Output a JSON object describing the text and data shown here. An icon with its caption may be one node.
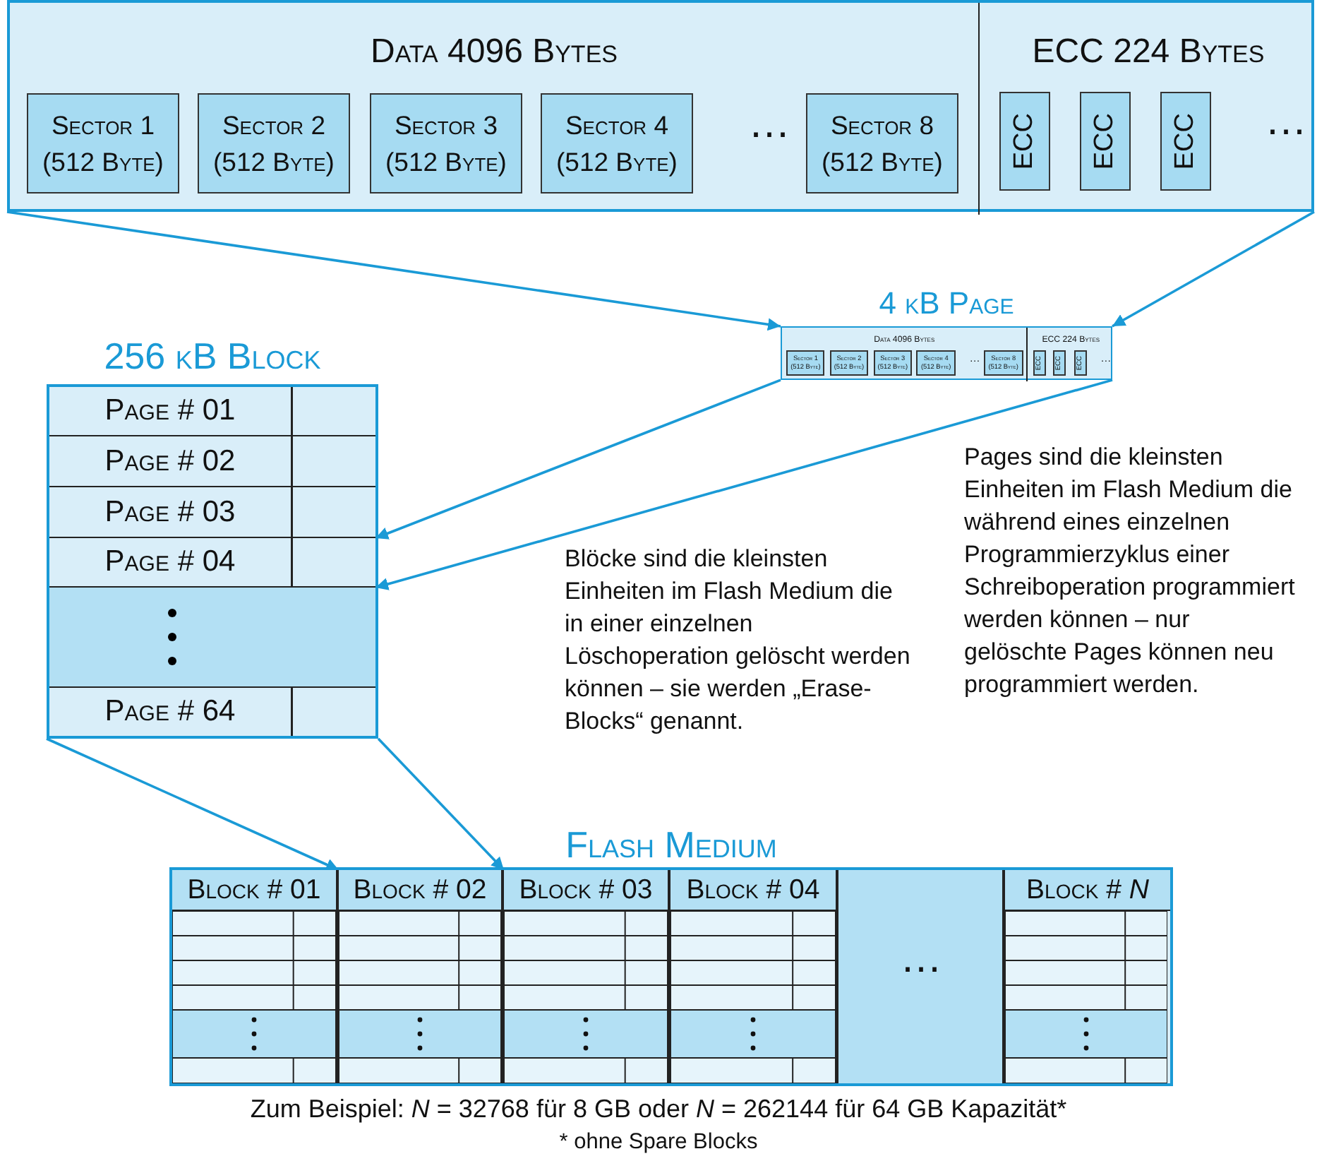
{
  "diagram": {
    "nodes": [
      {
        "text": [],
        "shape": "box"
      },
      {
        "text": [
          "Data 4096 Bytes"
        ],
        "in": 0
      },
      {
        "text": [
          "Sector 1 (512 Byte)"
        ],
        "in": 1
      },
      {
        "text": [
          "Sector 2 (512 Byte)"
        ],
        "in": 1
      },
      {
        "text": [
          "Sector 3 (512 Byte)"
        ],
        "in": 1
      },
      {
        "text": [
          "Sector 4 (512 Byte)"
        ],
        "in": 1
      },
      {
        "text": [
          "Sector 8 (512 Byte)"
        ],
        "in": 1
      },
      {
        "text": [
          "ECC 224 Bytes"
        ],
        "in": 0
      },
      {
        "text": [
          "ECC"
        ],
        "in": 7
      },
      {
        "text": [
          "ECC"
        ],
        "in": 7
      },
      {
        "text": [
          "ECC"
        ],
        "in": 7
      },
      {
        "text": [
          "4 kB Page"
        ]
      },
      {
        "text": [
          "Data 4096 Bytes"
        ],
        "in": 11
      },
      {
        "text": [
          "Sector 1 (512 Byte)"
        ],
        "in": 12
      },
      {
        "text": [
          "Sector 2 (512 Byte)"
        ],
        "in": 12
      },
      {
        "text": [
          "Sector 3 (512 Byte)"
        ],
        "in": 12
      },
      {
        "text": [
          "Sector 4 (512 Byte)"
        ],
        "in": 12
      },
      {
        "text": [
          "Sector 8 (512 Byte)"
        ],
        "in": 12
      },
      {
        "text": [
          "ECC 224 Bytes"
        ],
        "in": 11
      },
      {
        "text": [
          "ECC"
        ],
        "in": 18
      },
      {
        "text": [
          "ECC"
        ],
        "in": 18
      },
      {
        "text": [
          "ECC"
        ],
        "in": 18
      },
      {
        "text": [
          "256 kB Block"
        ]
      },
      {
        "text": [
          "Page # 01"
        ],
        "in": 22
      },
      {
        "text": [
          "Page # 02"
        ],
        "in": 22
      },
      {
        "text": [
          "Page # 03"
        ],
        "in": 22
      },
      {
        "text": [
          "Page # 04"
        ],
        "in": 22
      },
      {
        "text": [],
        "shape": "box",
        "in": 22
      },
      {
        "text": [
          "Page # 64"
        ],
        "in": 22
      },
      {
        "text": [
          "Flash Medium"
        ]
      },
      {
        "text": [
          "Block # 01"
        ],
        "in": 29
      },
      {
        "text": [
          "Block # 02"
        ],
        "in": 29
      },
      {
        "text": [
          "Block # 03"
        ],
        "in": 29
      },
      {
        "text": [
          "Block # 04"
        ],
        "in": 29
      },
      {
        "text": [],
        "shape": "box",
        "in": 29
      },
      {
        "text": [
          "Block # *N*"
        ],
        "in": 29
      }
    ],
    "edges": [
      {
        "from": 0,
        "to": 11,
        "arrow": "to"
      },
      {
        "from": 0,
        "to": 11,
        "arrow": "to"
      },
      {
        "from": 11,
        "to": 26,
        "arrow": "to"
      },
      {
        "from": 11,
        "to": 26,
        "arrow": "to"
      },
      {
        "from": 22,
        "to": 31,
        "arrow": "to"
      },
      {
        "from": 22,
        "to": 31,
        "arrow": "to"
      }
    ],
    "labels": [
      "…",
      "…",
      "…",
      "…",
      "Pages sind die kleinsten Einheiten im Flash Medium die während eines einzelnen Programmierzyklus einer Schreiboperation programmiert werden können – nur gelöschte Pages können neu programmiert werden.",
      "Blöcke sind die kleinsten Einheiten im Flash Medium die in einer einzelnen Löschoperation gelöscht werden können – sie werden „Erase-Blocks“ genannt.",
      "…",
      "Zum Beispiel: *N* = 32768 für 8 GB oder *N* = 262144 für 64 GB Kapazität*",
      "* ohne Spare Blocks"
    ]
  }
}
